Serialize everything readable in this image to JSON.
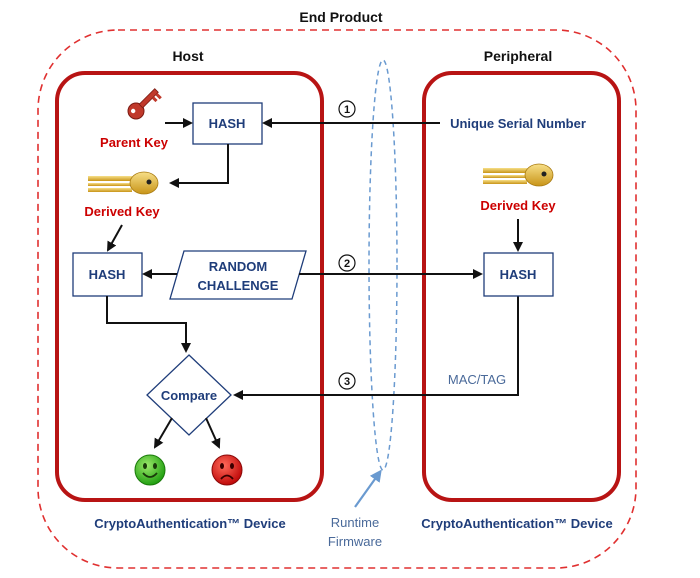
{
  "title": "End Product",
  "host": {
    "label": "Host",
    "parent_key": "Parent Key",
    "derived_key": "Derived Key",
    "hash_top": "HASH",
    "hash_bottom": "HASH",
    "compare": "Compare",
    "device": "CryptoAuthentication™ Device"
  },
  "peripheral": {
    "label": "Peripheral",
    "serial": "Unique Serial Number",
    "derived_key": "Derived Key",
    "hash": "HASH",
    "mac": "MAC/TAG",
    "device": "CryptoAuthentication™ Device"
  },
  "challenge": {
    "line1": "RANDOM",
    "line2": "CHALLENGE"
  },
  "steps": [
    "1",
    "2",
    "3"
  ],
  "firmware": {
    "line1": "Runtime",
    "line2": "Firmware"
  },
  "colors": {
    "outer_dash": "#e03030",
    "panel_border": "#b81414",
    "navy": "#1f3d7a",
    "dashed_blue": "#6a9ad0",
    "red_key": "#c0392b",
    "gold_key": "#d9a520",
    "happy": "#33bb22",
    "sad": "#dd1111"
  },
  "icons": [
    "red-key-icon",
    "gold-key-icon",
    "happy-face-icon",
    "sad-face-icon"
  ]
}
